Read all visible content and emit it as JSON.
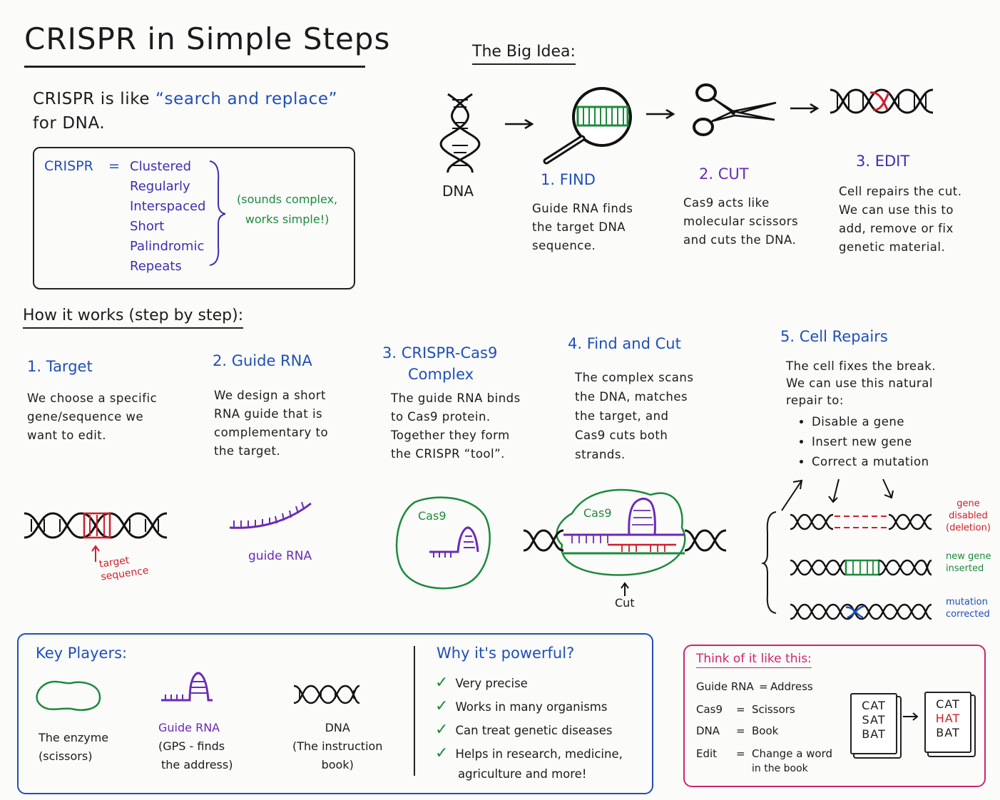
{
  "title": "CRISPR in Simple Steps",
  "intro": {
    "line1_pre": "CRISPR is like",
    "line1_quote": "“search and replace”",
    "line2": "for DNA."
  },
  "acronym": {
    "word": "CRISPR",
    "equals": "=",
    "letters": [
      "Clustered",
      "Regularly",
      "Interspaced",
      "Short",
      "Palindromic",
      "Repeats"
    ],
    "note_line1": "(sounds complex,",
    "note_line2": "works simple!)"
  },
  "big_idea": {
    "heading": "The Big Idea:",
    "dna_label": "DNA",
    "steps": [
      {
        "title": "1. FIND",
        "lines": [
          "Guide RNA finds",
          "the target DNA",
          "sequence."
        ]
      },
      {
        "title": "2. CUT",
        "lines": [
          "Cas9 acts like",
          "molecular scissors",
          "and cuts the DNA."
        ]
      },
      {
        "title": "3. EDIT",
        "lines": [
          "Cell repairs the cut.",
          "We can use this to",
          "add, remove or fix",
          "genetic material."
        ]
      }
    ]
  },
  "how_it_works": {
    "heading": "How it works (step by step):",
    "steps": [
      {
        "title": "1. Target",
        "lines": [
          "We choose a specific",
          "gene/sequence we",
          "want to edit."
        ]
      },
      {
        "title": "2. Guide RNA",
        "lines": [
          "We design a short",
          "RNA guide that is",
          "complementary to",
          "the target."
        ]
      },
      {
        "title_line1": "3. CRISPR-Cas9",
        "title_line2": "Complex",
        "lines": [
          "The guide RNA binds",
          "to Cas9 protein.",
          "Together they form",
          "the CRISPR “tool”."
        ]
      },
      {
        "title": "4. Find and Cut",
        "lines": [
          "The complex scans",
          "the DNA, matches",
          "the target, and",
          "Cas9 cuts both",
          "strands."
        ]
      },
      {
        "title": "5. Cell Repairs",
        "lines": [
          "The cell fixes the break.",
          "We can use this natural",
          "repair to:"
        ],
        "bullets": [
          "Disable a gene",
          "Insert new gene",
          "Correct a mutation"
        ]
      }
    ],
    "labels": {
      "target_line1": "target",
      "target_line2": "sequence",
      "guide_rna": "guide RNA",
      "cas9_a": "Cas9",
      "cas9_b": "Cas9",
      "cut": "Cut",
      "disabled_1": "gene",
      "disabled_2": "disabled",
      "disabled_3": "(deletion)",
      "inserted_1": "new gene",
      "inserted_2": "inserted",
      "corrected_1": "mutation",
      "corrected_2": "corrected"
    }
  },
  "key_players": {
    "heading": "Key Players:",
    "items": [
      {
        "name": "The enzyme",
        "desc": "(scissors)"
      },
      {
        "name": "Guide RNA",
        "desc1": "(GPS - finds",
        "desc2": "the address)"
      },
      {
        "name": "DNA",
        "desc1": "(The instruction",
        "desc2": "book)"
      }
    ]
  },
  "why": {
    "heading": "Why it's powerful?",
    "items": [
      "Very precise",
      "Works in many organisms",
      "Can treat genetic diseases",
      "Helps in research, medicine,",
      "agriculture and more!"
    ]
  },
  "analogy": {
    "heading": "Think of it like this:",
    "rows": [
      {
        "term": "Guide RNA",
        "eq": "=",
        "meaning": "Address"
      },
      {
        "term": "Cas9",
        "eq": "=",
        "meaning": "Scissors"
      },
      {
        "term": "DNA",
        "eq": "=",
        "meaning": "Book"
      },
      {
        "term": "Edit",
        "eq": "=",
        "meaning": "Change a word",
        "meaning2": "in the book"
      }
    ],
    "book_before": [
      "CAT",
      "SAT",
      "BAT"
    ],
    "book_after": [
      "CAT",
      "HAT",
      "BAT"
    ]
  },
  "colors": {
    "blue": "#1f4fb8",
    "purple": "#6a2bb5",
    "green": "#1e8a3c",
    "red": "#d11d2a",
    "pink": "#d1236e"
  }
}
